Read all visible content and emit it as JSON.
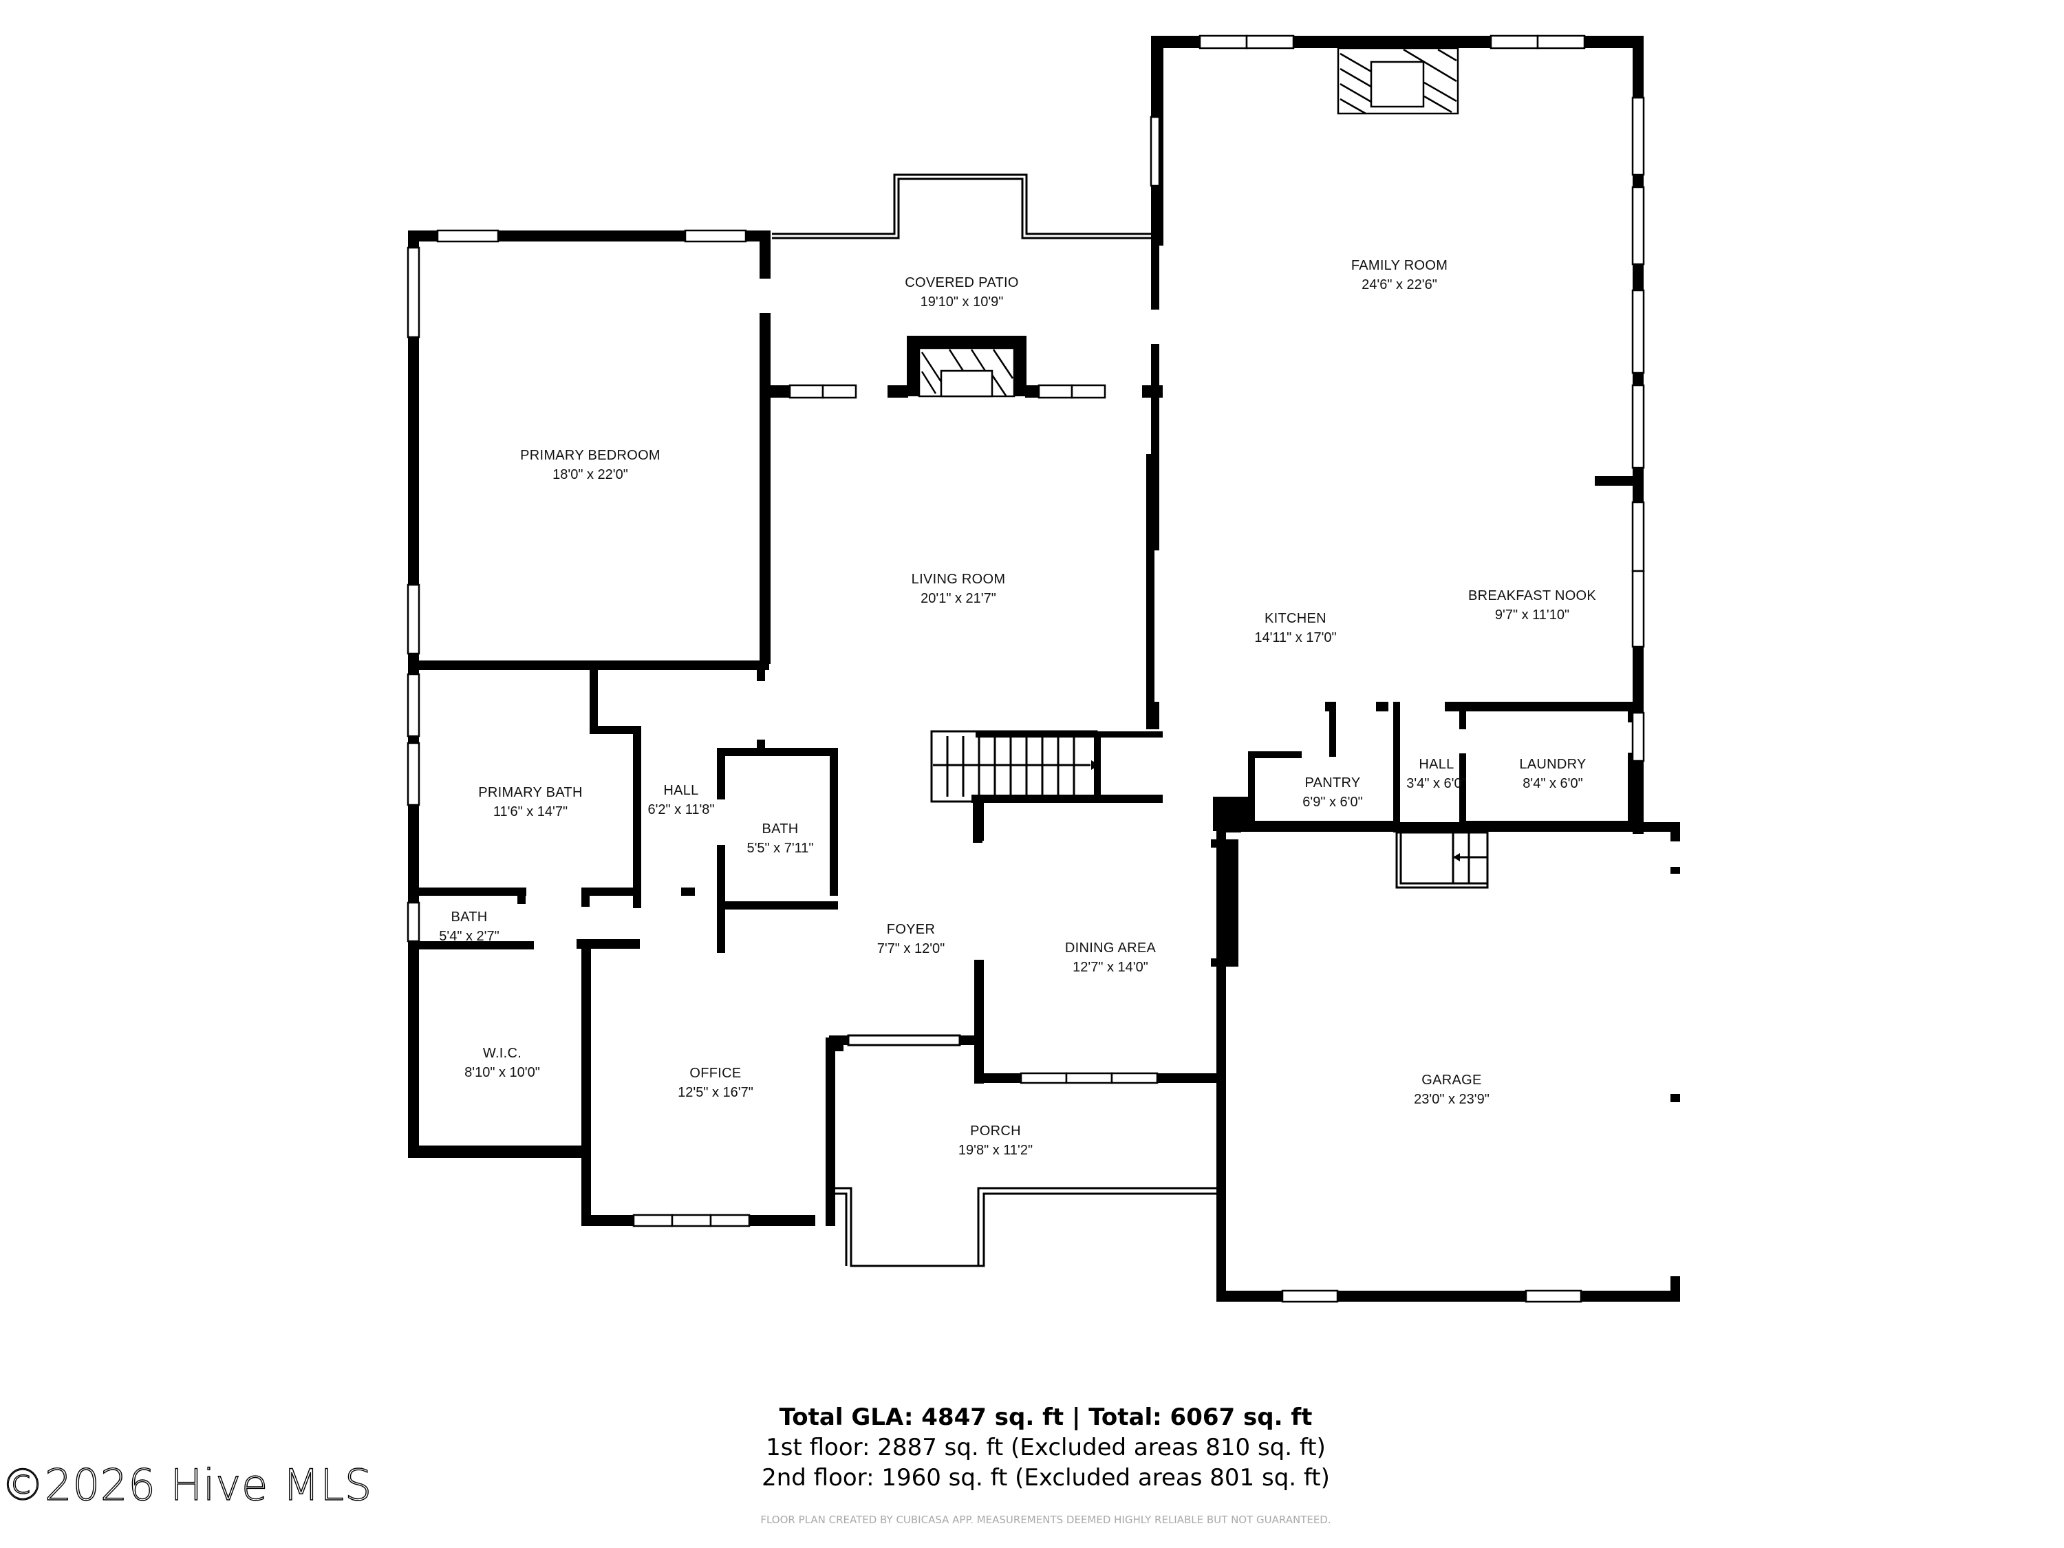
{
  "floor_plan": {
    "rooms": [
      {
        "id": "family-room",
        "name": "FAMILY ROOM",
        "dimensions": "24'6\" x 22'6\""
      },
      {
        "id": "covered-patio",
        "name": "COVERED PATIO",
        "dimensions": "19'10\" x 10'9\""
      },
      {
        "id": "primary-bedroom",
        "name": "PRIMARY BEDROOM",
        "dimensions": "18'0\" x 22'0\""
      },
      {
        "id": "living-room",
        "name": "LIVING ROOM",
        "dimensions": "20'1\" x 21'7\""
      },
      {
        "id": "kitchen",
        "name": "KITCHEN",
        "dimensions": "14'11\" x 17'0\""
      },
      {
        "id": "breakfast-nook",
        "name": "BREAKFAST NOOK",
        "dimensions": "9'7\" x 11'10\""
      },
      {
        "id": "primary-bath",
        "name": "PRIMARY BATH",
        "dimensions": "11'6\" x 14'7\""
      },
      {
        "id": "hall-1",
        "name": "HALL",
        "dimensions": "6'2\" x 11'8\""
      },
      {
        "id": "bath-1",
        "name": "BATH",
        "dimensions": "5'5\" x 7'11\""
      },
      {
        "id": "pantry",
        "name": "PANTRY",
        "dimensions": "6'9\" x 6'0\""
      },
      {
        "id": "hall-2",
        "name": "HALL",
        "dimensions": "3'4\" x 6'0\""
      },
      {
        "id": "laundry",
        "name": "LAUNDRY",
        "dimensions": "8'4\" x 6'0\""
      },
      {
        "id": "bath-2",
        "name": "BATH",
        "dimensions": "5'4\" x 2'7\""
      },
      {
        "id": "foyer",
        "name": "FOYER",
        "dimensions": "7'7\" x 12'0\""
      },
      {
        "id": "dining-area",
        "name": "DINING AREA",
        "dimensions": "12'7\" x 14'0\""
      },
      {
        "id": "wic",
        "name": "W.I.C.",
        "dimensions": "8'10\" x 10'0\""
      },
      {
        "id": "office",
        "name": "OFFICE",
        "dimensions": "12'5\" x 16'7\""
      },
      {
        "id": "garage",
        "name": "GARAGE",
        "dimensions": "23'0\" x 23'9\""
      },
      {
        "id": "porch",
        "name": "PORCH",
        "dimensions": "19'8\" x 11'2\""
      }
    ]
  },
  "summary": {
    "total": "Total GLA: 4847 sq. ft | Total: 6067 sq. ft",
    "first_floor": "1st floor: 2887 sq. ft (Excluded areas 810 sq. ft)",
    "second_floor": "2nd floor: 1960 sq. ft (Excluded areas 801 sq. ft)",
    "disclaimer": "FLOOR PLAN CREATED BY CUBICASA APP. MEASUREMENTS DEEMED HIGHLY RELIABLE BUT NOT GUARANTEED."
  },
  "watermark": "©2026 Hive MLS",
  "colors": {
    "wall": "#000000",
    "background": "#ffffff",
    "text": "#111111",
    "disclaimer": "#a9a9a9"
  }
}
